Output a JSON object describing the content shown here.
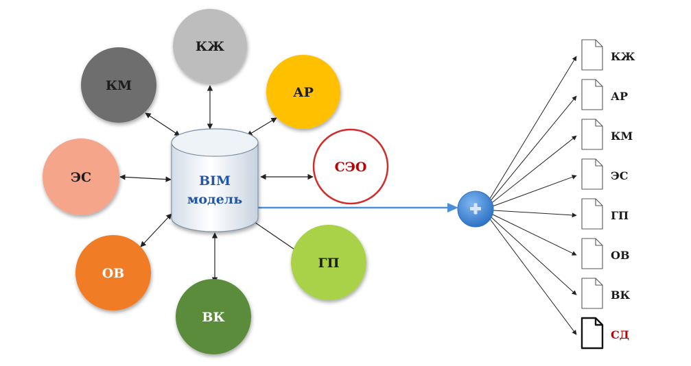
{
  "colors": {
    "km": "#6e6e6e",
    "kzh": "#bdbdbd",
    "ar": "#ffc000",
    "seo_stroke": "#d42a2a",
    "es": "#f4a58a",
    "ov": "#f07b28",
    "vk": "#5a8c3a",
    "gp": "#a9d24a",
    "bim_text": "#2356a8",
    "connector_blue": "#4a90d9",
    "hub": "#3f84d6",
    "highlight_red": "#c00000"
  },
  "bim": {
    "line1": "BIM",
    "line2": "модель"
  },
  "nodes": {
    "kzh": "КЖ",
    "km": "КМ",
    "ar": "АР",
    "seo": "СЭО",
    "es": "ЭС",
    "ov": "ОВ",
    "vk": "ВК",
    "gp": "ГП"
  },
  "hub": {
    "icon": "plus-icon"
  },
  "documents": [
    {
      "label": "КЖ",
      "highlight": false
    },
    {
      "label": "АР",
      "highlight": false
    },
    {
      "label": "КМ",
      "highlight": false
    },
    {
      "label": "ЭС",
      "highlight": false
    },
    {
      "label": "ГП",
      "highlight": false
    },
    {
      "label": "ОВ",
      "highlight": false
    },
    {
      "label": "ВК",
      "highlight": false
    },
    {
      "label": "СД",
      "highlight": true
    }
  ]
}
